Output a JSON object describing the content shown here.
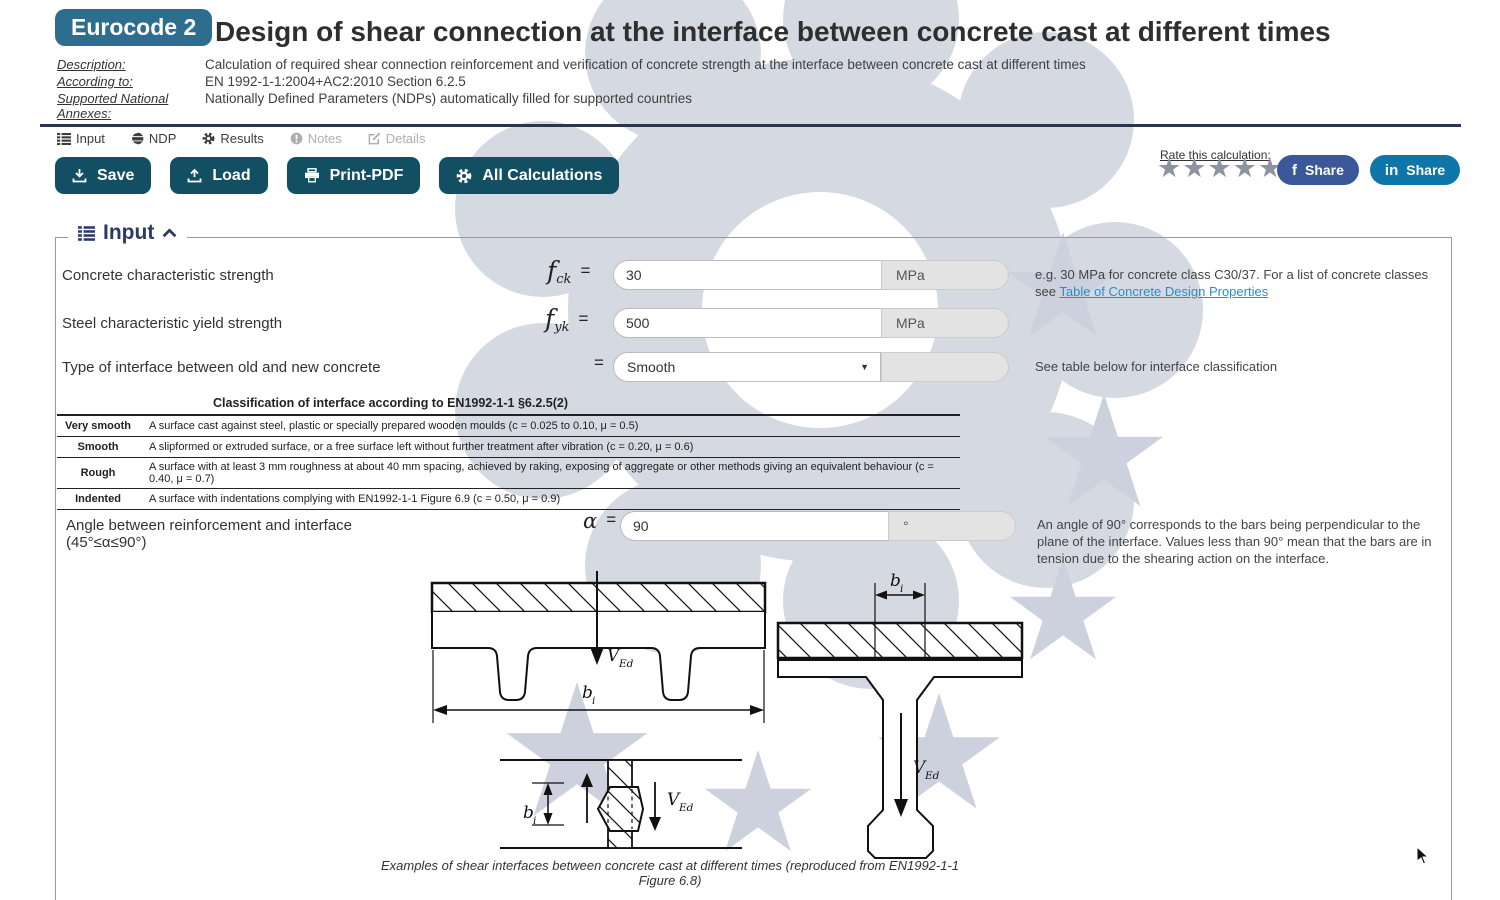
{
  "header": {
    "badge": "Eurocode 2",
    "title": "Design of shear connection at the interface between concrete cast at different times",
    "meta": [
      {
        "label": "Description:",
        "value": "Calculation of required shear connection reinforcement and verification of concrete strength at the interface between concrete cast at different times"
      },
      {
        "label": "According to:",
        "value": "EN 1992-1-1:2004+AC2:2010 Section 6.2.5"
      },
      {
        "label": "Supported National Annexes:",
        "value": "Nationally Defined Parameters (NDPs) automatically filled for supported countries"
      }
    ]
  },
  "tabs": [
    {
      "label": "Input"
    },
    {
      "label": "NDP"
    },
    {
      "label": "Results"
    },
    {
      "label": "Notes"
    },
    {
      "label": "Details"
    }
  ],
  "toolbar": {
    "save": "Save",
    "load": "Load",
    "print": "Print-PDF",
    "all_calcs": "All Calculations"
  },
  "rating": {
    "label": "Rate this calculation:",
    "stars": "★★★★★"
  },
  "share": {
    "facebook_icon": "f",
    "facebook_label": "Share",
    "linkedin_icon": "in",
    "linkedin_label": "Share"
  },
  "input_section": {
    "legend": "Input",
    "fields": {
      "fck": {
        "label": "Concrete characteristic strength",
        "symbol": "f",
        "sub": "ck",
        "eq": "=",
        "value": "30",
        "unit": "MPa",
        "help_before": "e.g. 30 MPa for concrete class C30/37. For a list of concrete classes see",
        "help_link": "Table of Concrete Design Properties"
      },
      "fyk": {
        "label": "Steel characteristic yield strength",
        "symbol": "f",
        "sub": "yk",
        "eq": "=",
        "value": "500",
        "unit": "MPa"
      },
      "interface": {
        "label": "Type of interface between old and new concrete",
        "eq": "=",
        "value": "Smooth",
        "caret": "▼",
        "help": "See table below for interface classification"
      },
      "alpha": {
        "label": "Angle between reinforcement and interface",
        "label2": "(45°≤α≤90°)",
        "symbol": "α",
        "eq": "=",
        "value": "90",
        "unit": "°",
        "help": "An angle of 90° corresponds to the bars being perpendicular to the plane of the interface. Values less than 90° mean that the bars are in tension due to the shearing action on the interface."
      }
    },
    "classification": {
      "title": "Classification of interface according to EN1992-1-1 §6.2.5(2)",
      "rows": [
        {
          "type": "Very smooth",
          "desc": "A surface cast against steel, plastic or specially prepared wooden moulds (c = 0.025 to 0.10, μ = 0.5)"
        },
        {
          "type": "Smooth",
          "desc": "A slipformed or extruded surface, or a free surface left without further treatment after vibration (c = 0.20, μ = 0.6)"
        },
        {
          "type": "Rough",
          "desc": "A surface with at least 3 mm roughness at about 40 mm spacing, achieved by raking, exposing of aggregate or other methods giving an equivalent behaviour (c = 0.40, μ = 0.7)"
        },
        {
          "type": "Indented",
          "desc": "A surface with indentations complying with EN1992-1-1 Figure 6.9 (c = 0.50, μ = 0.9)"
        }
      ]
    }
  },
  "figure": {
    "ved": "V",
    "ved_sub": "Ed",
    "bi": "b",
    "bi_sub": "i",
    "caption": "Examples of shear interfaces between concrete cast at different times (reproduced from EN1992-1-1 Figure 6.8)"
  },
  "colors": {
    "badge_teal": "#2e6d8e",
    "button_teal": "#124f63",
    "navy": "#2b3a66",
    "facebook": "#3b5998",
    "linkedin": "#0e76a8",
    "link": "#2a8fc7",
    "watermark": "#d5d9e2"
  }
}
